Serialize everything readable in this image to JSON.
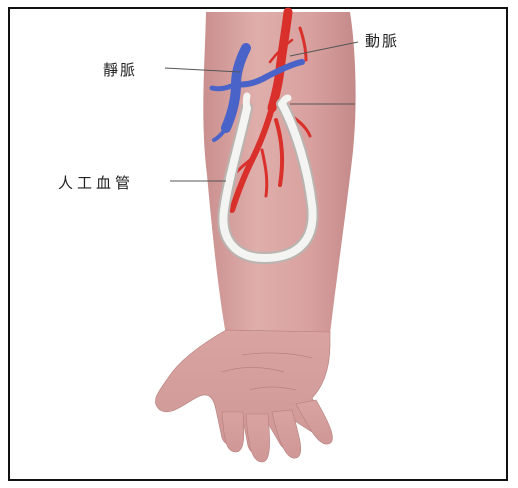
{
  "labels": {
    "vein": "靜脈",
    "artery": "動脈",
    "graft": "人工血管"
  },
  "colors": {
    "skin": "#d9a4a2",
    "skin_shadow": "#c88e8d",
    "vein": "#4a63c8",
    "artery": "#d9302b",
    "graft": "#f4f4f2",
    "graft_outline": "#b9b4b0",
    "leader_line": "#555555"
  }
}
